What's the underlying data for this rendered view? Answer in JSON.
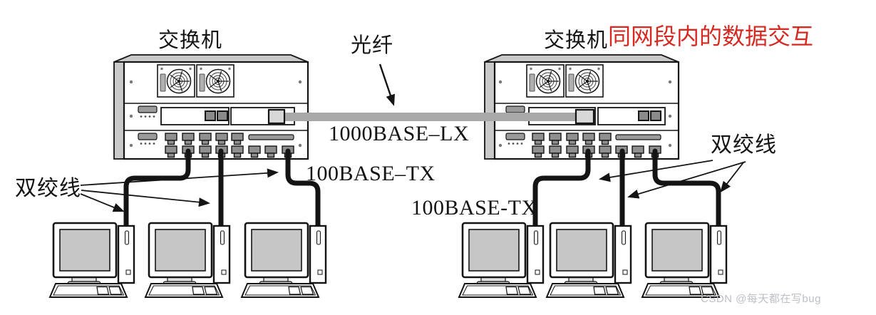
{
  "labels": {
    "switch_left": "交换机",
    "switch_right": "交换机",
    "fiber": "光纤",
    "segment_note": "同网段内的数据交互",
    "fiber_standard": "1000BASE–LX",
    "tp_standard_mid": "100BASE–TX",
    "tp_standard_right": "100BASE-TX",
    "twisted_pair_left": "双绞线",
    "twisted_pair_right": "双绞线",
    "watermark": "CSDN @每天都在写bug"
  },
  "colors": {
    "annotation_red": "#d42a22",
    "diagram_ink": "#141414",
    "fiber_gray": "#a8a8a8",
    "chassis_gray": "#c9c9c9",
    "port_gray": "#8f8f8f",
    "screen_gray": "#c6c6c6",
    "watermark_gray": "#bcc0c6",
    "background": "#ffffff"
  }
}
